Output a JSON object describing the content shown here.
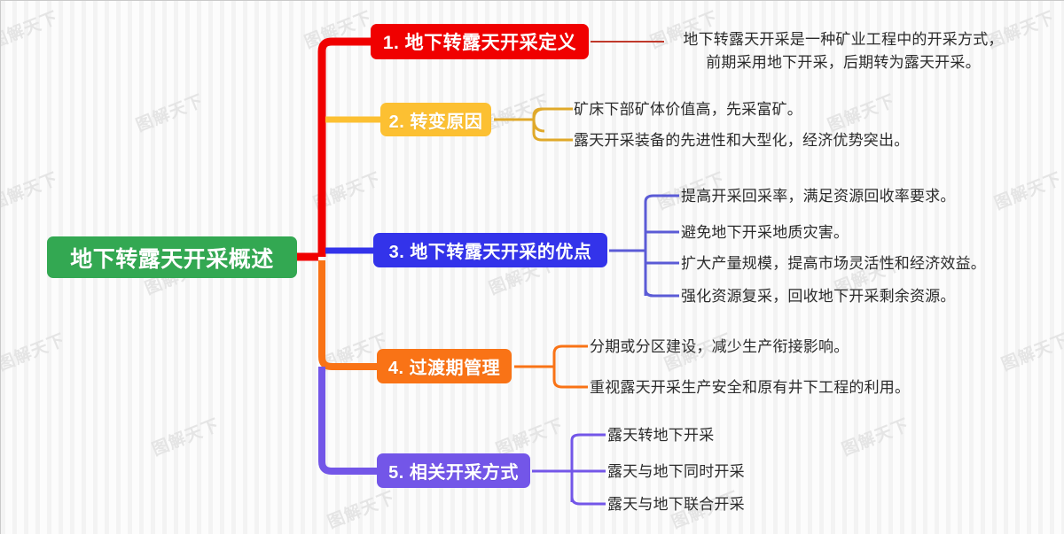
{
  "diagram": {
    "type": "mindmap",
    "root": {
      "label": "地下转露天开采概述",
      "color": "#33a852"
    },
    "branches": [
      {
        "label": "1. 地下转露天开采定义",
        "color": "#f00000",
        "children": [
          "地下转露天开采是一种矿业工程中的开采方式，\n前期采用地下开采，后期转为露天开采。"
        ]
      },
      {
        "label": "2. 转变原因",
        "color": "#fcc032",
        "children": [
          "矿床下部矿体价值高，先采富矿。",
          "露天开采装备的先进性和大型化，经济优势突出。"
        ]
      },
      {
        "label": "3. 地下转露天开采的优点",
        "color": "#3333ea",
        "children": [
          "提高开采回采率，满足资源回收率要求。",
          "避免地下开采地质灾害。",
          "扩大产量规模，提高市场灵活性和经济效益。",
          "强化资源复采，回收地下开采剩余资源。"
        ]
      },
      {
        "label": "4. 过渡期管理",
        "color": "#f97316",
        "children": [
          "分期或分区建设，减少生产衔接影响。",
          "重视露天开采生产安全和原有井下工程的利用。"
        ]
      },
      {
        "label": "5. 相关开采方式",
        "color": "#7356e8",
        "children": [
          "露天转地下开采",
          "露天与地下同时开采",
          "露天与地下联合开采"
        ]
      }
    ]
  },
  "watermarks": {
    "text": "图解天下"
  }
}
